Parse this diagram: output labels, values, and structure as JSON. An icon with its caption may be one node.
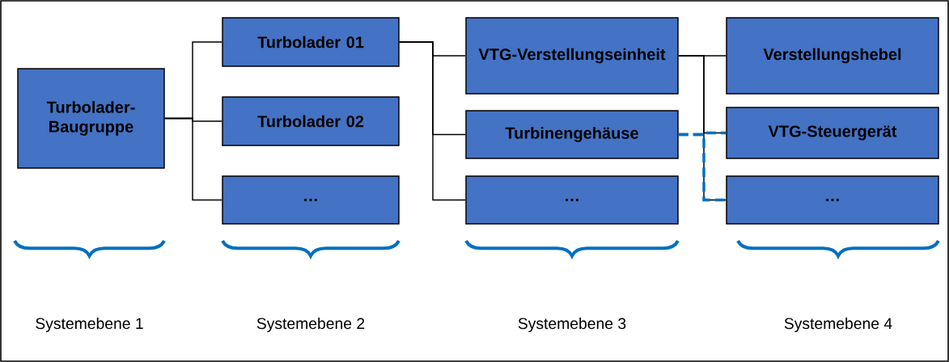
{
  "diagram": {
    "nodes": [
      {
        "text": [
          "Turbolader-Baugruppe"
        ]
      },
      {
        "text": [
          "Turbolader 01"
        ]
      },
      {
        "text": [
          "Turbolader 02"
        ]
      },
      {
        "text": [
          "…"
        ]
      },
      {
        "text": [
          "VTG-Verstellungseinheit"
        ]
      },
      {
        "text": [
          "Turbinengehäuse"
        ]
      },
      {
        "text": [
          "…"
        ]
      },
      {
        "text": [
          "Verstellungshebel"
        ]
      },
      {
        "text": [
          "VTG-Steuergerät"
        ]
      },
      {
        "text": [
          "…"
        ]
      }
    ],
    "edges": [
      {
        "from": 0,
        "to": 1,
        "arrow": "none"
      },
      {
        "from": 0,
        "to": 2,
        "arrow": "none"
      },
      {
        "from": 0,
        "to": 3,
        "arrow": "none"
      },
      {
        "from": 1,
        "to": 4,
        "arrow": "none"
      },
      {
        "from": 1,
        "to": 5,
        "arrow": "none"
      },
      {
        "from": 1,
        "to": 6,
        "arrow": "none"
      },
      {
        "from": 4,
        "to": 7,
        "arrow": "none"
      },
      {
        "from": 4,
        "to": 8,
        "arrow": "none"
      },
      {
        "from": 4,
        "to": 9,
        "arrow": "none"
      },
      {
        "from": 5,
        "to": 8,
        "arrow": "none",
        "style": "dashed",
        "color": "#0070c0"
      },
      {
        "from": 5,
        "to": 9,
        "arrow": "none",
        "style": "dashed",
        "color": "#0070c0"
      }
    ],
    "labels": [
      "Systemebene 1",
      "Systemebene 2",
      "Systemebene 3",
      "Systemebene 4"
    ]
  }
}
